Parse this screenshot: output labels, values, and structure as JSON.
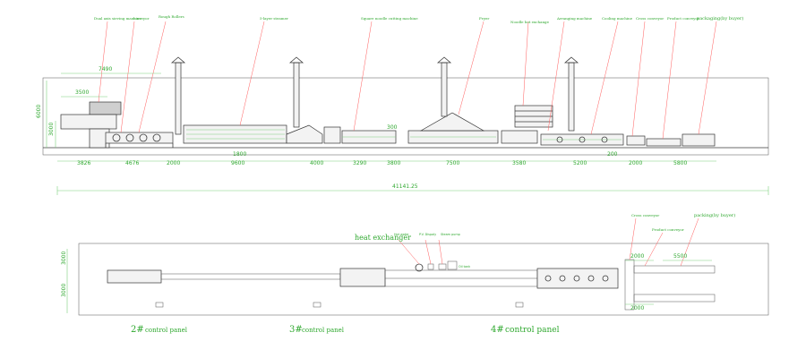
{
  "top_labels": {
    "dual_sieve": "Dual axis sieving machine",
    "conveyor": "conveyor",
    "rough_rollers": "Rough Rollers",
    "fryer": "5-layer steamer",
    "cutting": "Square noodle cutting machine",
    "fryer2": "Fryer",
    "heat_exchange": "Noodle hot exchange",
    "arranging": "Arranging machine",
    "cooling": "Cooling machine",
    "cross_conveyor": "Cross conveyor",
    "product_conveyor": "Product conveyor",
    "packaging": "packaging(by buyer)"
  },
  "top_dims": {
    "d7490": "7490",
    "d3500": "3500",
    "d6000": "6000",
    "d3000": "3000",
    "d3826": "3826",
    "d4676": "4676",
    "d2000a": "2000",
    "d1800": "1800",
    "d9600": "9600",
    "d4000": "4000",
    "d300": "300",
    "d3290": "3290",
    "d3800": "3800",
    "d7500": "7500",
    "d3580": "3580",
    "d5200": "5200",
    "d200": "200",
    "d2000b": "2000",
    "d5800": "5800",
    "total": "41141.25"
  },
  "bottom_labels": {
    "heat_exchanger": "heat exchanger",
    "hx_sub1": "Hot water",
    "hx_sub2": "P.V. Dispaly",
    "hx_sub3": "Steam pump",
    "oil_tank": "Oil tank",
    "cross_conveyor": "Cross conveyor",
    "product_conveyor": "Product conveyor",
    "packaging": "packing(by buyer)"
  },
  "bottom_dims": {
    "d3000a": "3000",
    "d3000b": "3000",
    "d2000a": "2000",
    "d5500": "5500",
    "d2000b": "2000"
  },
  "control_panels": [
    {
      "num": "2#",
      "text": "control panel"
    },
    {
      "num": "3#",
      "text": "control panel"
    },
    {
      "num": "4#",
      "text": "control panel"
    }
  ]
}
